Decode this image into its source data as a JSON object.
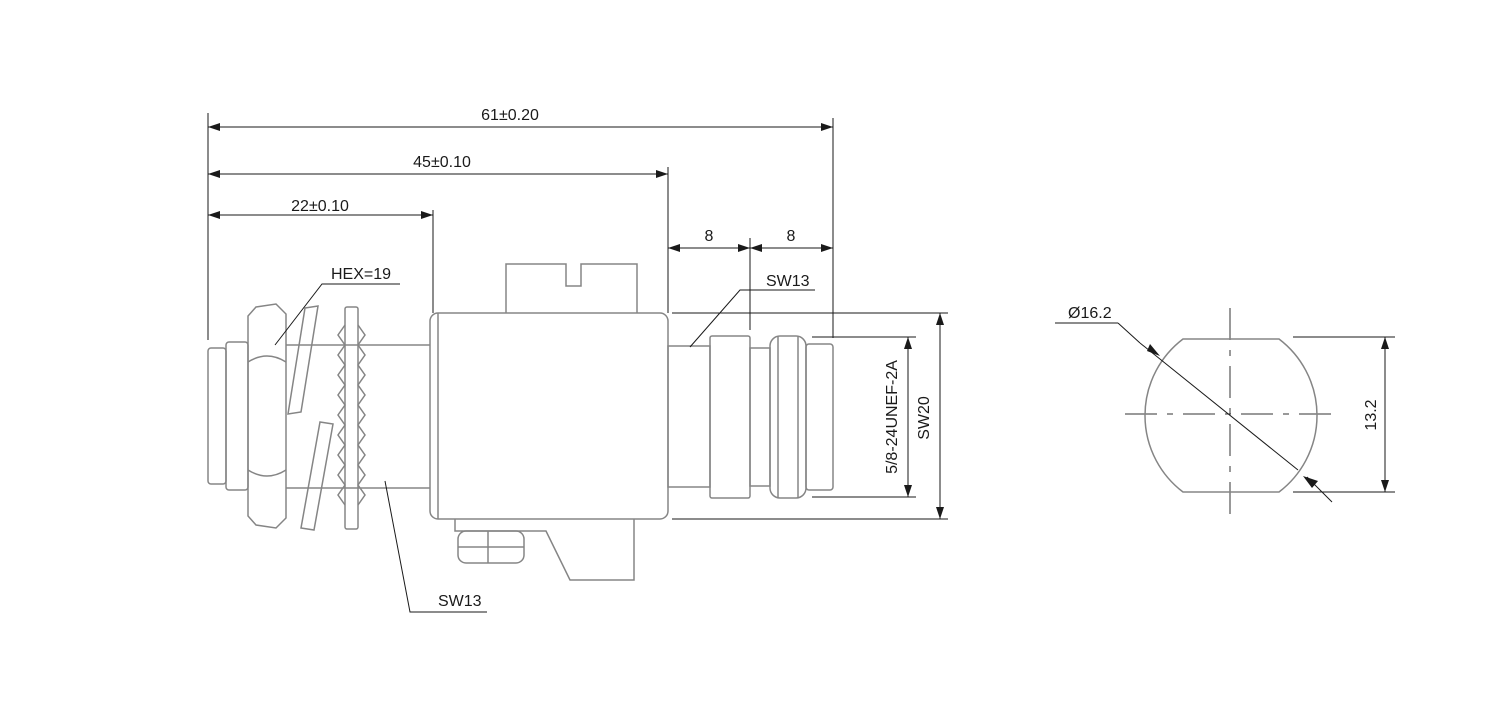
{
  "dimensions": {
    "overall": "61±0.20",
    "mid": "45±0.10",
    "short": "22±0.10",
    "step_a": "8",
    "step_b": "8"
  },
  "callouts": {
    "hex": "HEX=19",
    "sw13_top": "SW13",
    "sw13_bottom": "SW13",
    "thread": "5/8-24UNEF-2A",
    "sw20": "SW20",
    "diameter": "Ø16.2",
    "flat": "13.2"
  }
}
